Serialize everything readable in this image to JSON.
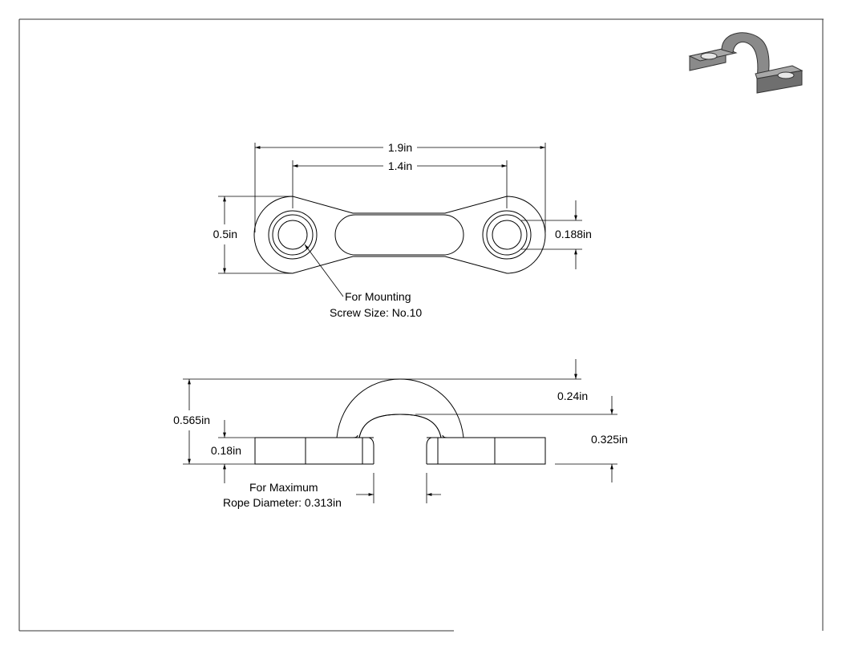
{
  "top_view": {
    "overall_width": "1.9in",
    "hole_spacing": "1.4in",
    "height": "0.5in",
    "hole_diameter": "0.188in",
    "note_line1": "For Mounting",
    "note_line2": "Screw Size: No.10"
  },
  "side_view": {
    "overall_height": "0.565in",
    "base_thickness": "0.18in",
    "inner_top_offset": "0.24in",
    "inner_height": "0.325in",
    "rope_line1": "For Maximum",
    "rope_line2": "Rope Diameter: 0.313in"
  },
  "colors": {
    "line": "#000000",
    "frame": "#333333",
    "preview_fill": "#8a8a8a",
    "preview_shade": "#5f5f5f"
  }
}
